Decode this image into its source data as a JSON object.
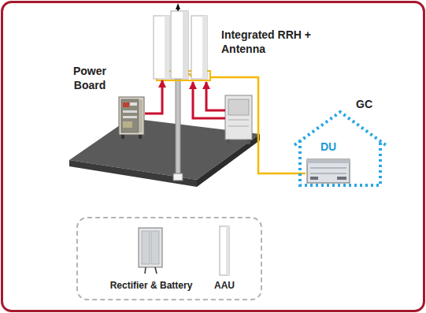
{
  "diagram": {
    "nodes": [
      {
        "text": [
          "Integrated RRH + Antenna"
        ]
      },
      {
        "text": [
          "Power Board"
        ]
      },
      {
        "text": [
          "GC"
        ]
      },
      {
        "text": [
          "DU"
        ],
        "in": 2
      }
    ],
    "edges": [
      {
        "from": 1,
        "to": 0,
        "arrow": "to"
      },
      {
        "from": 0,
        "to": 3,
        "arrow": "none"
      }
    ],
    "legend": [
      {
        "text": "Rectifier & Battery"
      },
      {
        "text": "AAU"
      }
    ]
  }
}
